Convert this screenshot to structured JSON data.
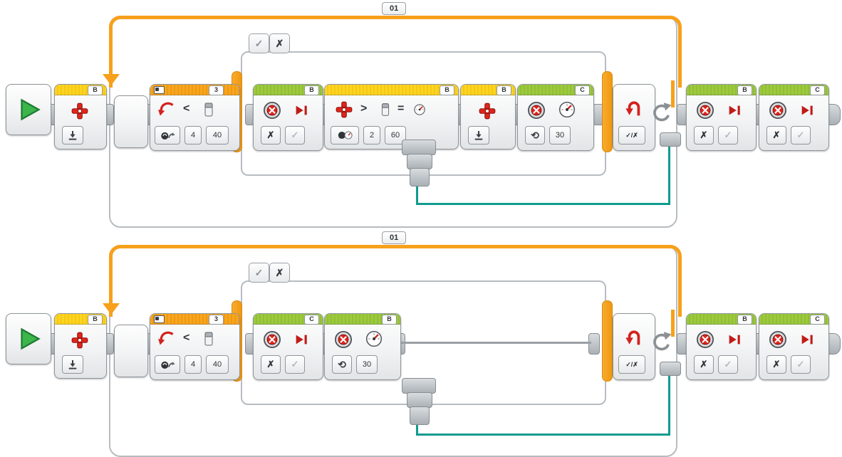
{
  "app": {
    "title": "EV3 program canvas"
  },
  "glyphs": {
    "less_than": "<",
    "greater_than": ">",
    "equals": "=",
    "check": "✓",
    "cross": "✗",
    "check_cross": "✓/✗",
    "rotate_ccw": "⟲"
  },
  "colors": {
    "loop_border": "#F7A01B",
    "wire": "#0F9B8E",
    "header_yellow": "#FFD422",
    "header_green": "#9CC93E",
    "header_orange": "#F8A51F"
  },
  "icons": {
    "start": "play-triangle",
    "motor_rotation_sensor": "red-cross-rotation-icon",
    "reset_mode": "download-arrow-icon",
    "switch_condition": "red-curved-arrow-icon",
    "threshold": "level-cylinder-icon",
    "motor": "motor-red-hub-icon",
    "stop_at_end": "play-bar-icon",
    "power_gauge": "gauge-icon",
    "loop_interrupt": "red-uturn-arrow-icon",
    "loop_repeat": "grey-circular-arrow-icon"
  },
  "programs": [
    {
      "loop_label": "01",
      "tabs": {
        "true_tab": "✓",
        "false_tab": "✗"
      },
      "pre_loop": [
        {
          "block": "motor-rotation-reset",
          "port": "B"
        }
      ],
      "switch_condition": {
        "header_value": "3",
        "comparator": "<",
        "compare_type": "4",
        "threshold": "40"
      },
      "case_blocks": [
        {
          "block": "motor-stop",
          "port": "B"
        },
        {
          "block": "motor-rotation-compare",
          "port": "B",
          "compare_type": "2",
          "threshold": "60"
        },
        {
          "block": "motor-rotation-reset",
          "port": "B"
        },
        {
          "block": "motor-on",
          "port": "C",
          "power": "30"
        }
      ],
      "loop_exit": {
        "mode": "✓/✗"
      },
      "post_loop": [
        {
          "block": "motor-stop",
          "port": "B"
        },
        {
          "block": "motor-stop",
          "port": "C"
        }
      ]
    },
    {
      "loop_label": "01",
      "tabs": {
        "true_tab": "✓",
        "false_tab": "✗"
      },
      "pre_loop": [
        {
          "block": "motor-rotation-reset",
          "port": "B"
        }
      ],
      "switch_condition": {
        "header_value": "3",
        "comparator": "<",
        "compare_type": "4",
        "threshold": "40"
      },
      "case_blocks": [
        {
          "block": "motor-stop",
          "port": "C"
        },
        {
          "block": "motor-on",
          "port": "B",
          "power": "30"
        }
      ],
      "loop_exit": {
        "mode": "✓/✗"
      },
      "post_loop": [
        {
          "block": "motor-stop",
          "port": "B"
        },
        {
          "block": "motor-stop",
          "port": "C"
        }
      ]
    }
  ]
}
